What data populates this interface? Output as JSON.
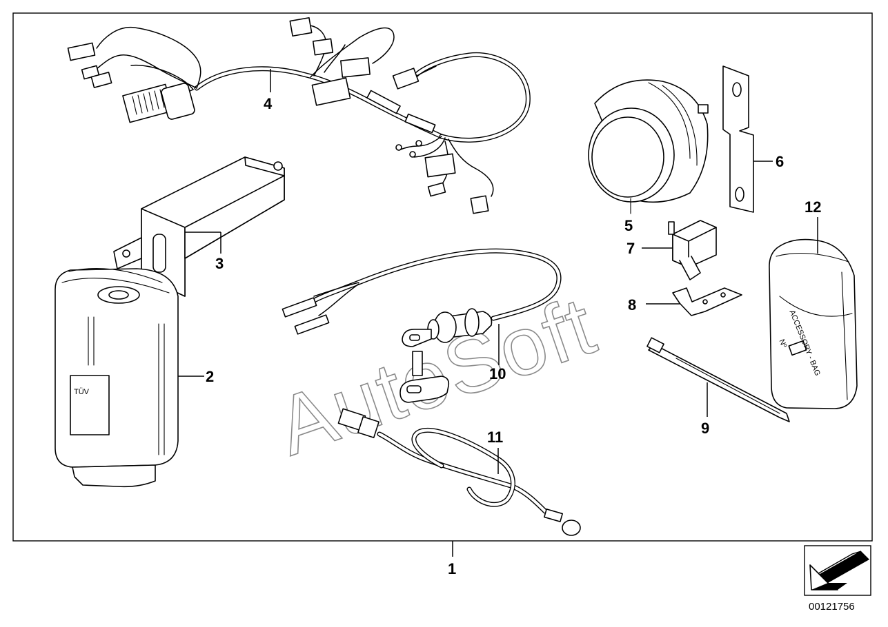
{
  "diagram": {
    "callouts": {
      "c1": "1",
      "c2": "2",
      "c3": "3",
      "c4": "4",
      "c5": "5",
      "c6": "6",
      "c7": "7",
      "c8": "8",
      "c9": "9",
      "c10": "10",
      "c11": "11",
      "c12": "12"
    },
    "tuv_label": "TÜV",
    "bag_text_line1": "ACCESSORY - BAG",
    "bag_text_line2": "Nº",
    "watermark": "AutoSoft",
    "document_number": "00121756"
  }
}
